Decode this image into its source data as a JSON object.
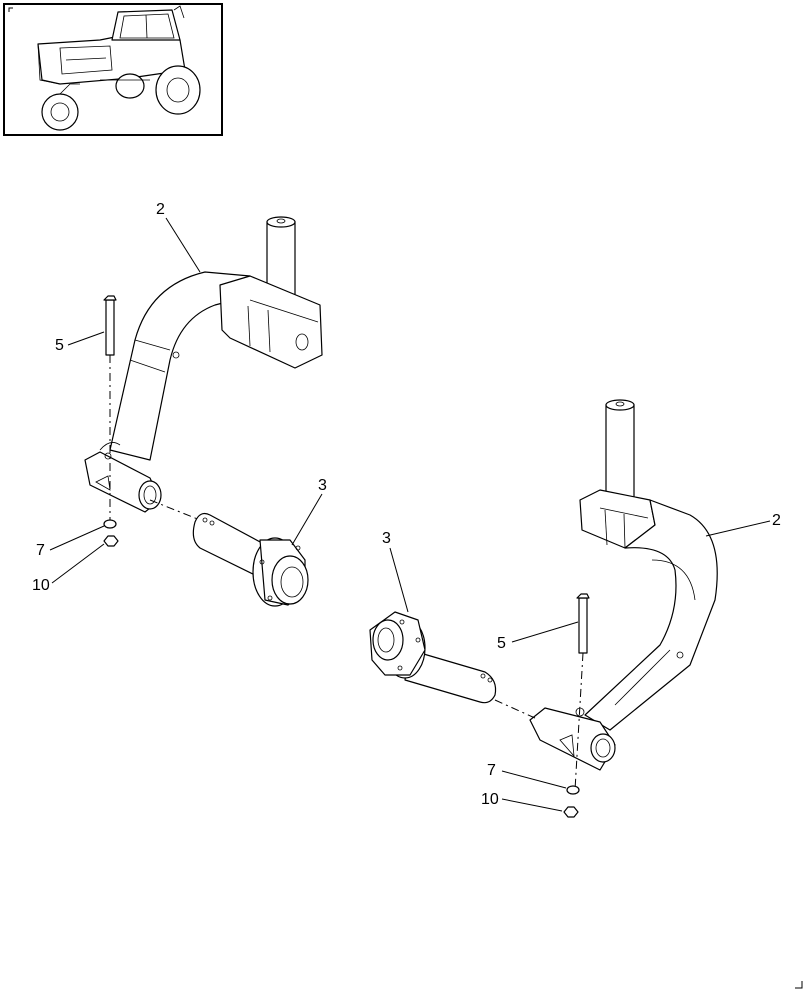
{
  "callouts": {
    "left_arm": "2",
    "left_bolt": "5",
    "left_hub": "3",
    "left_washer": "7",
    "left_nut": "10",
    "right_arm": "2",
    "right_hub": "3",
    "right_bolt": "5",
    "right_washer": "7",
    "right_nut": "10"
  }
}
